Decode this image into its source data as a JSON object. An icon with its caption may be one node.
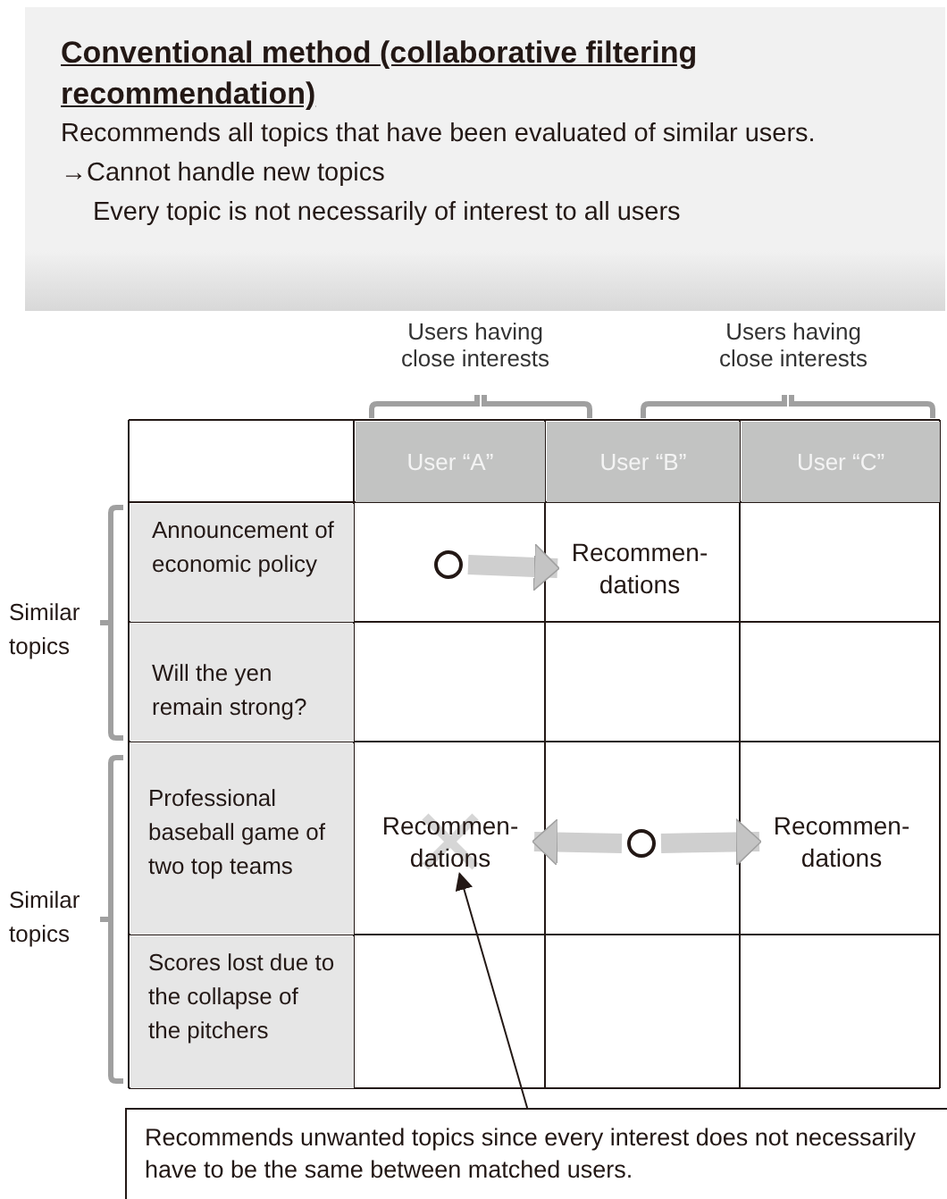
{
  "diagram": {
    "nodes": [
      {
        "text": [
          "Conventional method (collaborative filtering recommendation)",
          "Recommends all topics that have been evaluated of similar users.",
          "→Cannot handle new topics",
          "Every topic is not necessarily of interest to all users"
        ]
      },
      {
        "text": [],
        "shape": "circle"
      },
      {
        "text": [
          "Recommen- dations"
        ]
      },
      {
        "text": [
          "Recommen- dations"
        ]
      },
      {
        "text": [],
        "shape": "circle"
      },
      {
        "text": [
          "Recommen- dations"
        ]
      },
      {
        "text": [
          "Recommends unwanted topics since every interest does not necessarily have to be the same between matched users."
        ]
      }
    ],
    "edges": [
      {
        "from": 1,
        "to": 2,
        "arrow": "to"
      },
      {
        "from": 4,
        "to": 3,
        "arrow": "to"
      },
      {
        "from": 4,
        "to": 5,
        "arrow": "to"
      },
      {
        "from": 6,
        "to": 3,
        "arrow": "to",
        "color": "#231815"
      }
    ],
    "labels": [
      "Users having close interests",
      "Users having close interests",
      "User “A”",
      "User “B”",
      "User “C”",
      "Similar topics",
      "Announcement of economic policy",
      "Will the yen remain strong?",
      "Similar topics",
      "Professional baseball game of two top teams",
      "Scores lost due to the collapse of the pitchers"
    ]
  }
}
